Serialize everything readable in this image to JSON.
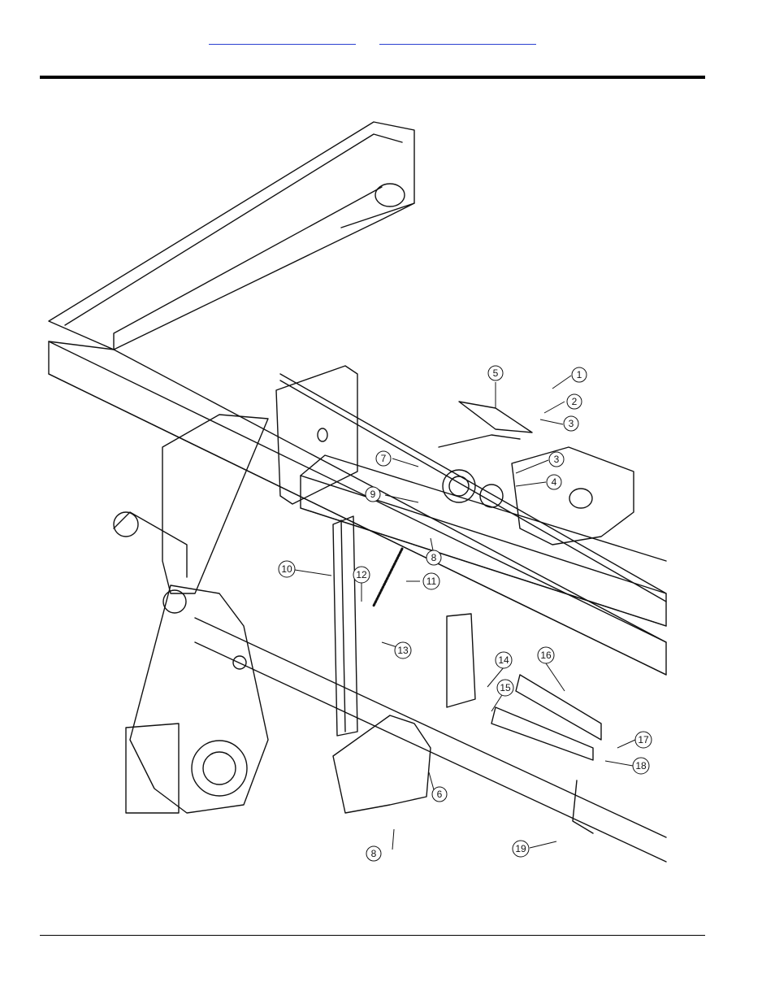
{
  "header": {
    "links": [
      {
        "text": ""
      },
      {
        "text": ""
      }
    ]
  },
  "diagram": {
    "callouts": [
      "1",
      "2",
      "3",
      "3",
      "4",
      "5",
      "6",
      "7",
      "8",
      "8",
      "9",
      "10",
      "11",
      "12",
      "13",
      "14",
      "15",
      "16",
      "17",
      "18",
      "19"
    ]
  }
}
